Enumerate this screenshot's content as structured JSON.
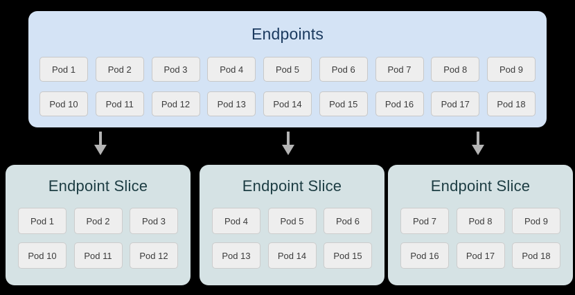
{
  "diagram": {
    "background_color": "#000000",
    "endpoints": {
      "title": "Endpoints",
      "panel_color": "#d4e3f5",
      "title_color": "#1b3a5f",
      "rows": [
        [
          "Pod 1",
          "Pod 2",
          "Pod 3",
          "Pod 4",
          "Pod 5",
          "Pod 6",
          "Pod 7",
          "Pod 8",
          "Pod 9"
        ],
        [
          "Pod 10",
          "Pod 11",
          "Pod 12",
          "Pod 13",
          "Pod 14",
          "Pod 15",
          "Pod 16",
          "Pod 17",
          "Pod 18"
        ]
      ]
    },
    "arrows": {
      "color": "#b4b4b4",
      "direction": "down",
      "count": 3
    },
    "slices": [
      {
        "title": "Endpoint Slice",
        "panel_color": "#d5e2e4",
        "title_color": "#1c3c42",
        "rows": [
          [
            "Pod 1",
            "Pod 2",
            "Pod 3"
          ],
          [
            "Pod 10",
            "Pod 11",
            "Pod 12"
          ]
        ]
      },
      {
        "title": "Endpoint Slice",
        "panel_color": "#d5e2e4",
        "title_color": "#1c3c42",
        "rows": [
          [
            "Pod 4",
            "Pod 5",
            "Pod 6"
          ],
          [
            "Pod 13",
            "Pod 14",
            "Pod 15"
          ]
        ]
      },
      {
        "title": "Endpoint Slice",
        "panel_color": "#d5e2e4",
        "title_color": "#1c3c42",
        "rows": [
          [
            "Pod 7",
            "Pod 8",
            "Pod 9"
          ],
          [
            "Pod 16",
            "Pod 17",
            "Pod 18"
          ]
        ]
      }
    ],
    "pod_chip": {
      "fill_color": "#eeeeee",
      "border_color": "#c8c8c8",
      "text_color": "#3b3b3b"
    }
  }
}
